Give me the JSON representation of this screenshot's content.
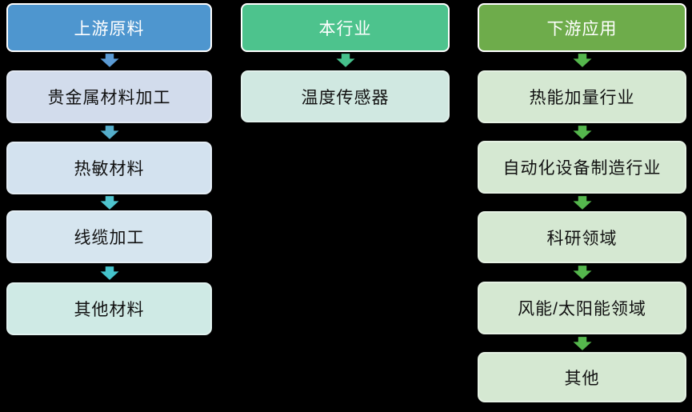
{
  "diagram": {
    "background_color": "#000000",
    "columns": [
      {
        "id": "upstream",
        "header": {
          "label": "上游原料",
          "color": "#4E96CF",
          "text_color": "#FFFFFF"
        },
        "arrow_colors": [
          "#5B9BD5",
          "#55AECB",
          "#4EC4CE",
          "#44C3CB"
        ],
        "items": [
          {
            "label": "贵金属材料加工",
            "color": "#D2DCEC"
          },
          {
            "label": "热敏材料",
            "color": "#D3E2EF"
          },
          {
            "label": "线缆加工",
            "color": "#D6E5EF"
          },
          {
            "label": "其他材料",
            "color": "#CFEAE5"
          }
        ]
      },
      {
        "id": "industry",
        "header": {
          "label": "本行业",
          "color": "#4DC38D",
          "text_color": "#FFFFFF"
        },
        "arrow_colors": [
          "#46C18C"
        ],
        "items": [
          {
            "label": "温度传感器",
            "color": "#D0E8E1"
          }
        ]
      },
      {
        "id": "downstream",
        "header": {
          "label": "下游应用",
          "color": "#6EAC4B",
          "text_color": "#FFFFFF"
        },
        "arrow_colors": [
          "#55B74D",
          "#55B74D",
          "#55B74D",
          "#55B74D",
          "#55B74D"
        ],
        "items": [
          {
            "label": "热能加量行业",
            "color": "#D5E8D2"
          },
          {
            "label": "自动化设备制造行业",
            "color": "#D5E8D2"
          },
          {
            "label": "科研领域",
            "color": "#D5E8D2"
          },
          {
            "label": "风能/太阳能领域",
            "color": "#D5E8D2"
          },
          {
            "label": "其他",
            "color": "#D5E8D2"
          }
        ]
      }
    ]
  }
}
